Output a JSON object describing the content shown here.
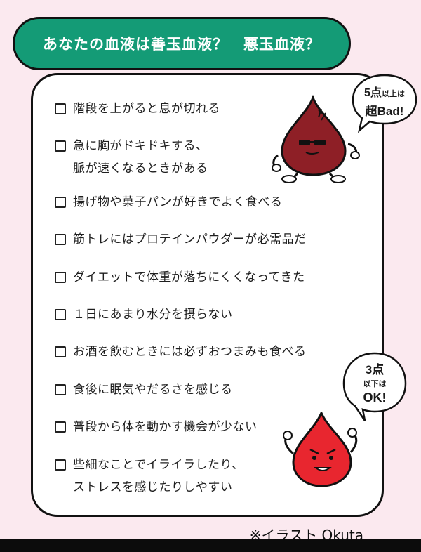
{
  "header": {
    "title": "あなたの血液は善玉血液？　悪玉血液？"
  },
  "colors": {
    "header_bg": "#149b76",
    "bad_drop": "#8e1f26",
    "good_drop": "#e8262f",
    "background": "#fbe9ef"
  },
  "checklist": [
    {
      "lines": [
        "階段を上がると息が切れる"
      ]
    },
    {
      "lines": [
        "急に胸がドキドキする、",
        "脈が速くなるときがある"
      ]
    },
    {
      "lines": [
        "揚げ物や菓子パンが好きでよく食べる"
      ]
    },
    {
      "lines": [
        "筋トレにはプロテインパウダーが必需品だ"
      ]
    },
    {
      "lines": [
        "ダイエットで体重が落ちにくくなってきた"
      ]
    },
    {
      "lines": [
        "１日にあまり水分を摂らない"
      ]
    },
    {
      "lines": [
        "お酒を飲むときには必ずおつまみも食べる"
      ]
    },
    {
      "lines": [
        "食後に眠気やだるさを感じる"
      ]
    },
    {
      "lines": [
        "普段から体を動かす機会が少ない"
      ]
    },
    {
      "lines": [
        "些細なことでイライラしたり、",
        "ストレスを感じたりしやすい"
      ]
    }
  ],
  "bubble_bad": {
    "count": "5点",
    "qualifier": "以上は",
    "verdict": "超Bad!"
  },
  "bubble_good": {
    "count": "3点",
    "qualifier": "以下は",
    "verdict": "OK!"
  },
  "credit": "※イラスト Okuta"
}
